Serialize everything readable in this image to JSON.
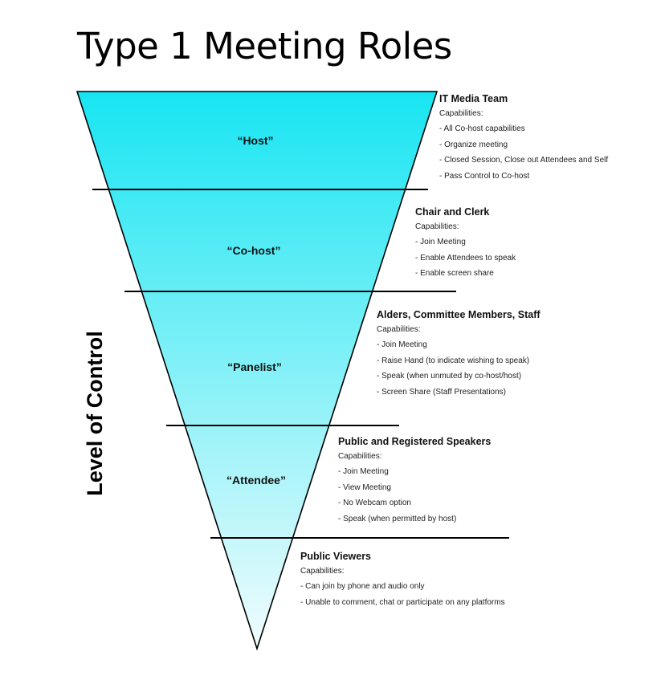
{
  "title": "Type 1 Meeting Roles",
  "axis_label": "Level of Control",
  "colors": {
    "top": "#17e5f2",
    "bottom": "#f1fcfd",
    "outline": "#000000"
  },
  "capabilities_label": "Capabilities:",
  "tiers": [
    {
      "label": "“Host”",
      "group": "IT Media Team",
      "items": [
        "- All Co-host capabilities",
        "- Organize meeting",
        "- Closed Session, Close out Attendees and Self",
        "- Pass Control to Co-host"
      ]
    },
    {
      "label": "“Co-host”",
      "group": "Chair and Clerk",
      "items": [
        "- Join Meeting",
        "- Enable Attendees to speak",
        "- Enable screen share"
      ]
    },
    {
      "label": "“Panelist”",
      "group": "Alders, Committee Members, Staff",
      "items": [
        "- Join Meeting",
        "- Raise Hand (to indicate wishing to speak)",
        "- Speak (when unmuted by co-host/host)",
        "- Screen Share (Staff Presentations)"
      ]
    },
    {
      "label": "“Attendee”",
      "group": "Public and Registered Speakers",
      "items": [
        "- Join Meeting",
        "- View Meeting",
        "- No Webcam option",
        "- Speak (when permitted by host)"
      ]
    },
    {
      "label": "",
      "group": "Public Viewers",
      "items": [
        "- Can join by phone and audio only",
        "- Unable to comment, chat or participate on any platforms"
      ]
    }
  ]
}
